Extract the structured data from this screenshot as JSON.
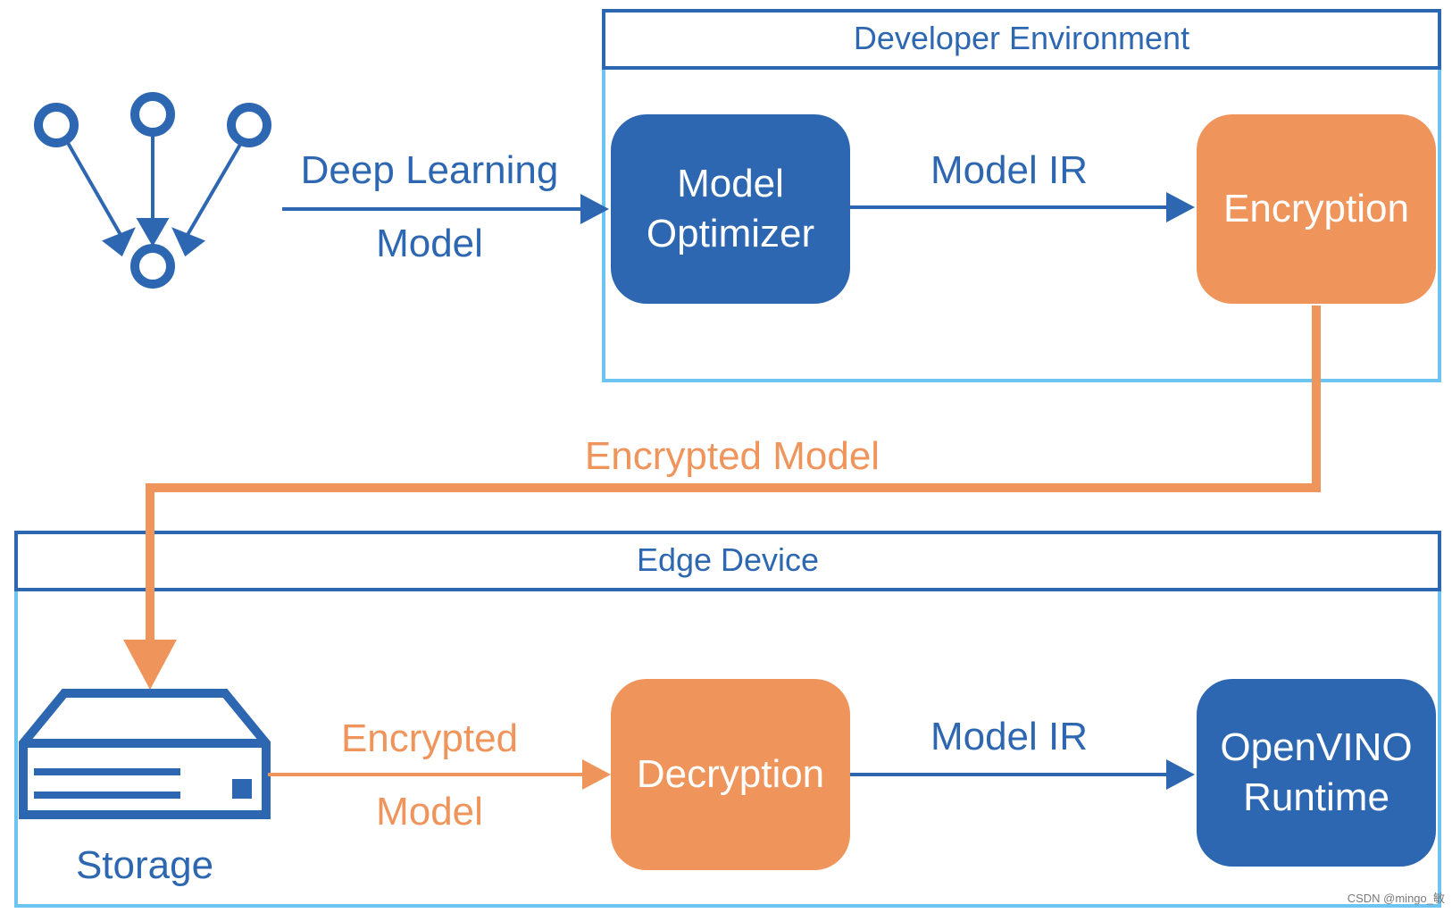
{
  "developer_environment": {
    "title": "Developer Environment",
    "model_optimizer": [
      "Model",
      "Optimizer"
    ],
    "model_ir_label": "Model IR",
    "encryption": "Encryption"
  },
  "input": {
    "label_line1": "Deep Learning",
    "label_line2": "Model"
  },
  "transfer": {
    "label": "Encrypted Model"
  },
  "edge_device": {
    "title": "Edge Device",
    "storage_label": "Storage",
    "encrypted_label_line1": "Encrypted",
    "encrypted_label_line2": "Model",
    "decryption": "Decryption",
    "model_ir_label": "Model IR",
    "runtime": [
      "OpenVINO",
      "Runtime"
    ]
  },
  "watermark": "CSDN @mingo_敏",
  "colors": {
    "blue": "#2E67B1",
    "light_blue": "#6CC4F0",
    "orange": "#EF955C"
  }
}
